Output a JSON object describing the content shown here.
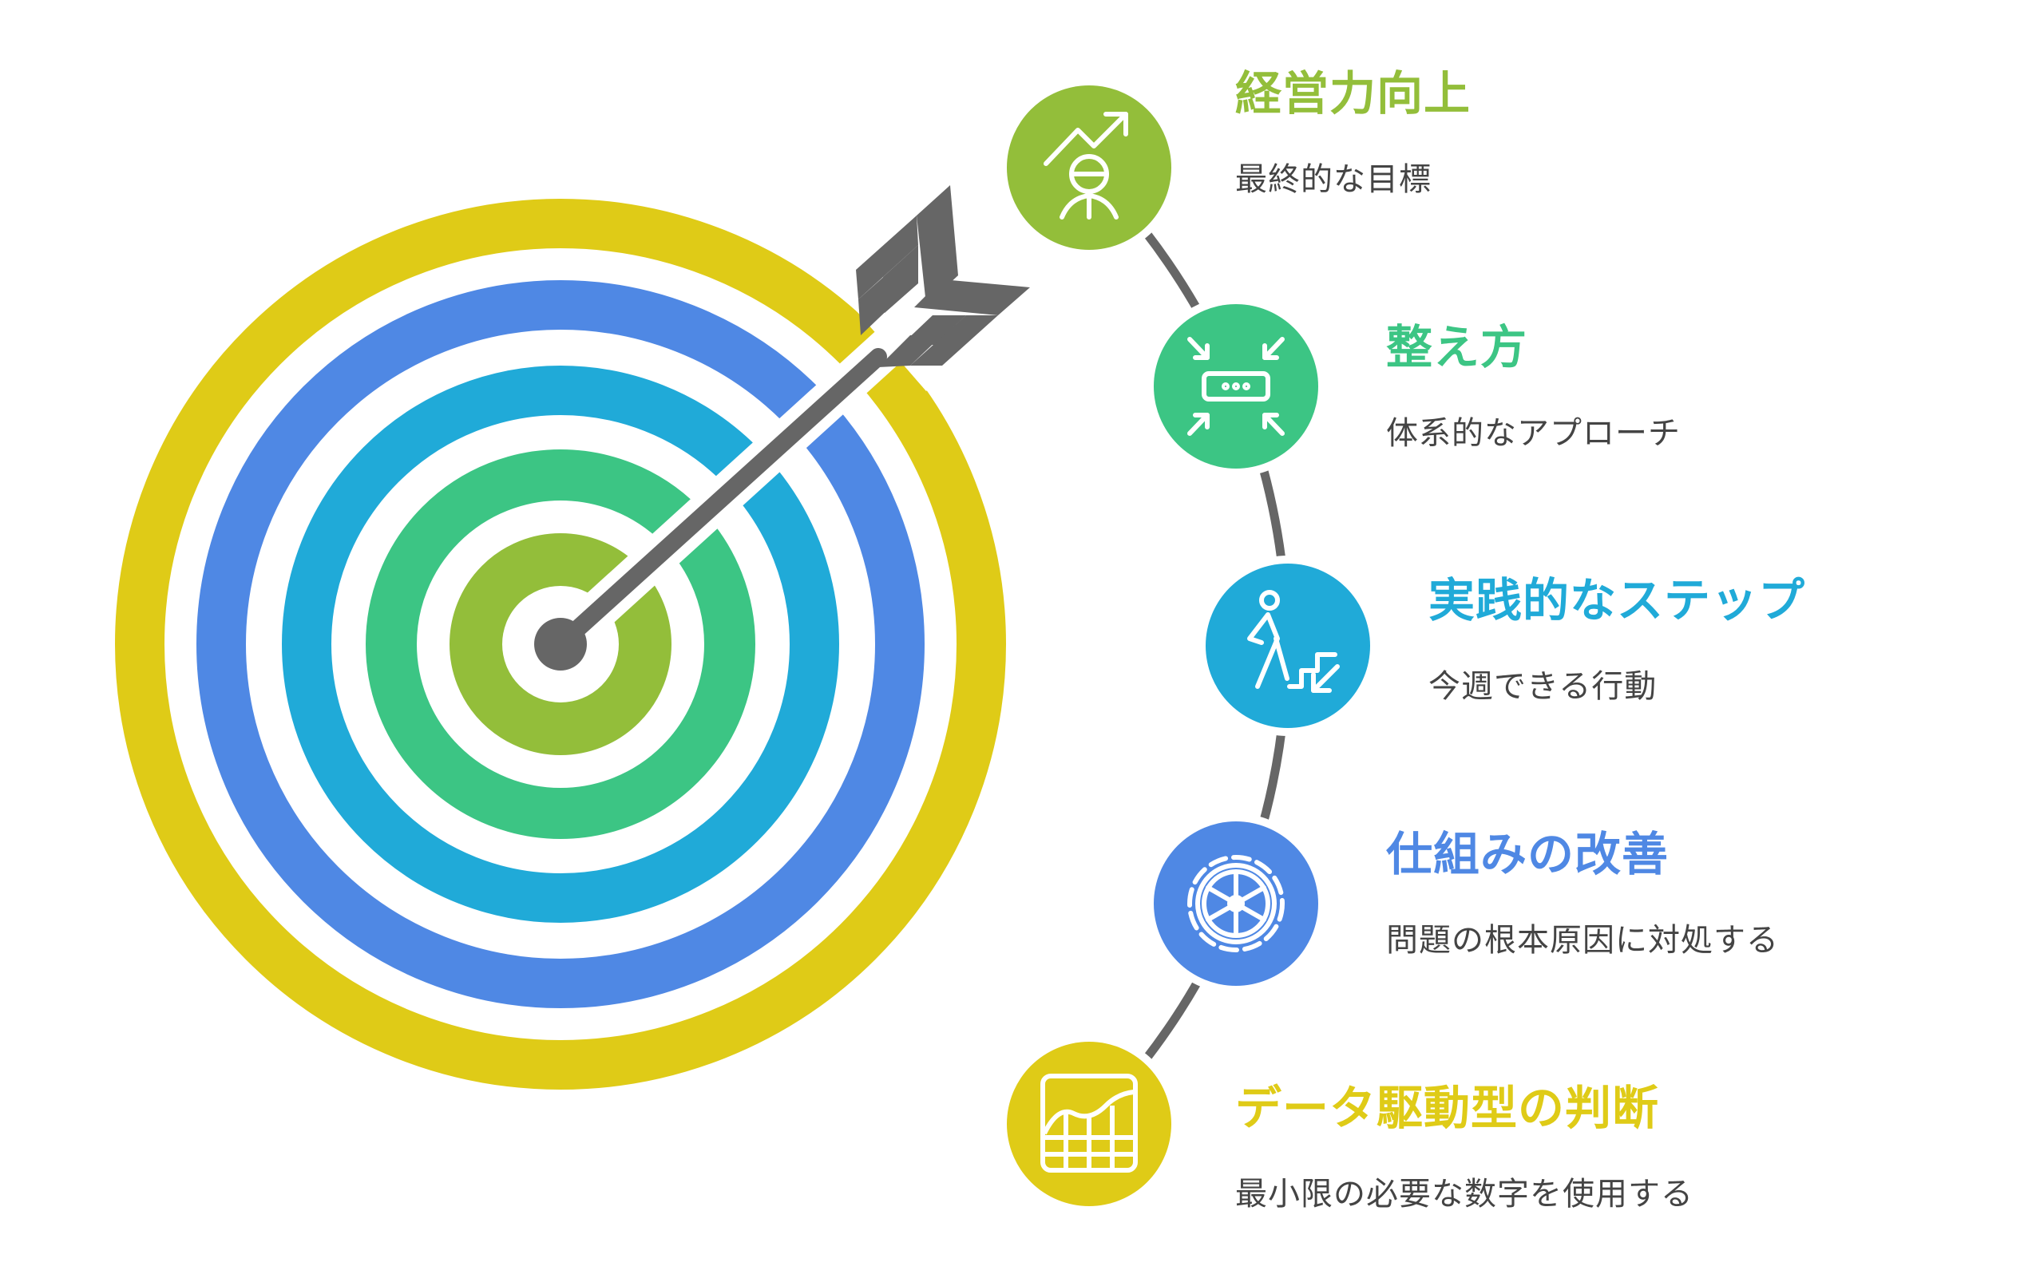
{
  "colors": {
    "lime": "#93BE3A",
    "green": "#3CC584",
    "cyan": "#20AAD8",
    "blue": "#4F88E4",
    "yellow": "#DFCB17",
    "arrow": "#666666"
  },
  "steps": [
    {
      "title": "経営力向上",
      "subtitle": "最終的な目標",
      "icon": "growth-person-icon",
      "color": "#93BE3A"
    },
    {
      "title": "整え方",
      "subtitle": "体系的なアプローチ",
      "icon": "compress-arrows-icon",
      "color": "#3CC584"
    },
    {
      "title": "実践的なステップ",
      "subtitle": "今週できる行動",
      "icon": "person-stairs-icon",
      "color": "#20AAD8"
    },
    {
      "title": "仕組みの改善",
      "subtitle": "問題の根本原因に対処する",
      "icon": "gear-icon",
      "color": "#4F88E4"
    },
    {
      "title": "データ駆動型の判断",
      "subtitle": "最小限の必要な数字を使用する",
      "icon": "chart-grid-icon",
      "color": "#DFCB17"
    }
  ]
}
